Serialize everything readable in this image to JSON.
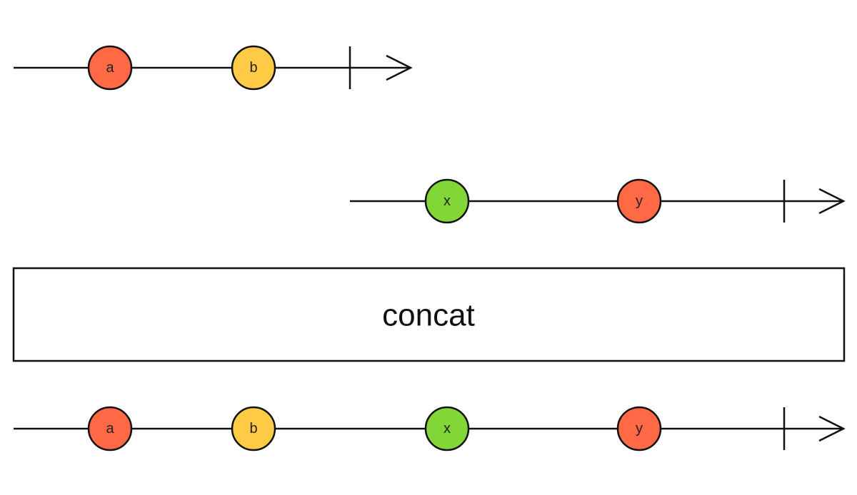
{
  "colors": {
    "red": "#ff6946",
    "yellow": "#ffcb46",
    "green": "#82d736",
    "stroke": "#111111",
    "background": "#ffffff"
  },
  "operator": {
    "label": "concat"
  },
  "timelines": [
    {
      "id": "input-1",
      "marbles": [
        {
          "label": "a",
          "color": "red"
        },
        {
          "label": "b",
          "color": "yellow"
        }
      ],
      "completed": true
    },
    {
      "id": "input-2",
      "marbles": [
        {
          "label": "x",
          "color": "green"
        },
        {
          "label": "y",
          "color": "red"
        }
      ],
      "completed": true
    },
    {
      "id": "output",
      "marbles": [
        {
          "label": "a",
          "color": "red"
        },
        {
          "label": "b",
          "color": "yellow"
        },
        {
          "label": "x",
          "color": "green"
        },
        {
          "label": "y",
          "color": "red"
        }
      ],
      "completed": true
    }
  ]
}
